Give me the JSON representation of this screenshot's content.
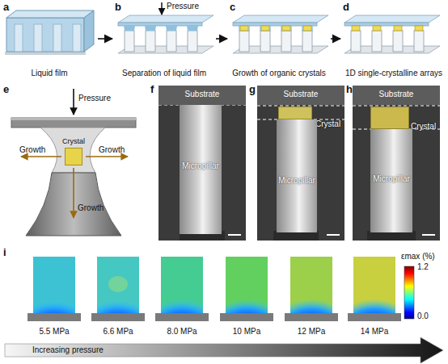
{
  "diagram": {
    "nodes": [
      {
        "text": [
          "a",
          "Liquid film"
        ]
      },
      {
        "text": [
          "b",
          "Separation of liquid film"
        ]
      },
      {
        "text": [
          "c",
          "Growth of organic crystals"
        ]
      },
      {
        "text": [
          "d",
          "1D single-crystalline arrays"
        ]
      },
      {
        "text": [
          "e"
        ]
      },
      {
        "text": [
          "Crystal"
        ],
        "in": 4
      },
      {
        "text": [
          "f"
        ]
      },
      {
        "text": [
          "Substrate"
        ],
        "in": 6
      },
      {
        "text": [
          "Micropillar"
        ],
        "in": 6
      },
      {
        "text": [
          "g"
        ]
      },
      {
        "text": [
          "Substrate"
        ],
        "in": 9
      },
      {
        "text": [
          "Crystal"
        ],
        "in": 9
      },
      {
        "text": [
          "Micropillar"
        ],
        "in": 9
      },
      {
        "text": [
          "h"
        ]
      },
      {
        "text": [
          "Substrate"
        ],
        "in": 13
      },
      {
        "text": [
          "Crystal"
        ],
        "in": 13
      },
      {
        "text": [
          "Micropillar"
        ],
        "in": 13
      },
      {
        "text": [
          "i"
        ]
      },
      {
        "text": [
          "5.5 MPa"
        ],
        "in": 17
      },
      {
        "text": [
          "6.6 MPa"
        ],
        "in": 17
      },
      {
        "text": [
          "8.0 MPa"
        ],
        "in": 17
      },
      {
        "text": [
          "10 MPa"
        ],
        "in": 17
      },
      {
        "text": [
          "12 MPa"
        ],
        "in": 17
      },
      {
        "text": [
          "14 MPa"
        ],
        "in": 17
      }
    ],
    "edges": [
      {
        "from": 0,
        "to": 1,
        "arrow": "to"
      },
      {
        "from": 1,
        "to": 2,
        "arrow": "to"
      },
      {
        "from": 2,
        "to": 3,
        "arrow": "to"
      }
    ],
    "labels": [
      "Pressure",
      "Pressure",
      "Growth",
      "Growth",
      "Growth",
      "εmax (%)",
      "1.2",
      "0.0",
      "Increasing pressure"
    ]
  }
}
